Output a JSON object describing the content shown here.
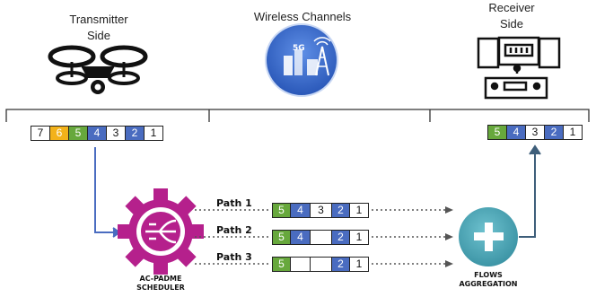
{
  "headers": {
    "transmitter_line1": "Transmitter",
    "transmitter_line2": "Side",
    "wireless": "Wireless Channels",
    "receiver_line1": "Receiver",
    "receiver_line2": "Side"
  },
  "transmitter_queue": [
    {
      "label": "7",
      "color": "#ffffff",
      "text_color": "#111111"
    },
    {
      "label": "6",
      "color": "#f3b21a",
      "text_color": "#ffffff"
    },
    {
      "label": "5",
      "color": "#67a83c",
      "text_color": "#ffffff"
    },
    {
      "label": "4",
      "color": "#4a6cc0",
      "text_color": "#ffffff"
    },
    {
      "label": "3",
      "color": "#ffffff",
      "text_color": "#111111"
    },
    {
      "label": "2",
      "color": "#4a6cc0",
      "text_color": "#ffffff"
    },
    {
      "label": "1",
      "color": "#ffffff",
      "text_color": "#111111"
    }
  ],
  "receiver_queue": [
    {
      "label": "5",
      "color": "#67a83c",
      "text_color": "#ffffff"
    },
    {
      "label": "4",
      "color": "#4a6cc0",
      "text_color": "#ffffff"
    },
    {
      "label": "3",
      "color": "#ffffff",
      "text_color": "#111111"
    },
    {
      "label": "2",
      "color": "#4a6cc0",
      "text_color": "#ffffff"
    },
    {
      "label": "1",
      "color": "#ffffff",
      "text_color": "#111111"
    }
  ],
  "paths": [
    {
      "label": "Path 1",
      "cells": [
        {
          "label": "5",
          "color": "#67a83c",
          "text_color": "#ffffff"
        },
        {
          "label": "4",
          "color": "#4a6cc0",
          "text_color": "#ffffff"
        },
        {
          "label": "3",
          "color": "#ffffff",
          "text_color": "#111111"
        },
        {
          "label": "2",
          "color": "#4a6cc0",
          "text_color": "#ffffff"
        },
        {
          "label": "1",
          "color": "#ffffff",
          "text_color": "#111111"
        }
      ]
    },
    {
      "label": "Path 2",
      "cells": [
        {
          "label": "5",
          "color": "#67a83c",
          "text_color": "#ffffff"
        },
        {
          "label": "4",
          "color": "#4a6cc0",
          "text_color": "#ffffff"
        },
        {
          "label": "",
          "color": "#ffffff",
          "text_color": "#111111"
        },
        {
          "label": "2",
          "color": "#4a6cc0",
          "text_color": "#ffffff"
        },
        {
          "label": "1",
          "color": "#ffffff",
          "text_color": "#111111"
        }
      ]
    },
    {
      "label": "Path 3",
      "cells": [
        {
          "label": "5",
          "color": "#67a83c",
          "text_color": "#ffffff"
        },
        {
          "label": "",
          "color": "#ffffff",
          "text_color": "#111111"
        },
        {
          "label": "",
          "color": "#ffffff",
          "text_color": "#111111"
        },
        {
          "label": "2",
          "color": "#4a6cc0",
          "text_color": "#ffffff"
        },
        {
          "label": "1",
          "color": "#ffffff",
          "text_color": "#111111"
        }
      ]
    }
  ],
  "scheduler": {
    "line1": "AC-PADME",
    "line2": "SCHEDULER",
    "color": "#b5208c"
  },
  "aggregation": {
    "line1": "FLOWS",
    "line2": "AGGREGATION",
    "color": "#4fa6b5"
  },
  "wireless_icon": {
    "badge": "5G",
    "color": "#3566c6"
  },
  "icons": [
    "drone-icon",
    "wireless-5g-tower-icon",
    "control-console-icon",
    "scheduler-gear-icon",
    "plus-aggregation-icon"
  ]
}
